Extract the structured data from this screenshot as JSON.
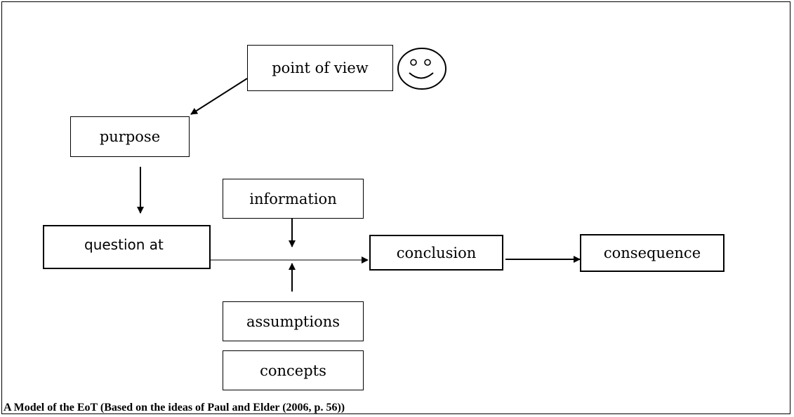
{
  "nodes": {
    "point_of_view": "point of view",
    "purpose": "purpose",
    "question_at": "question at",
    "information": "information",
    "conclusion": "conclusion",
    "consequence": "consequence",
    "assumptions": "assumptions",
    "concepts": "concepts"
  },
  "icons": {
    "smiley": "smiley-face-icon"
  },
  "caption": "A Model of the EoT (Based on the ideas of Paul and Elder (2006, p. 56))"
}
